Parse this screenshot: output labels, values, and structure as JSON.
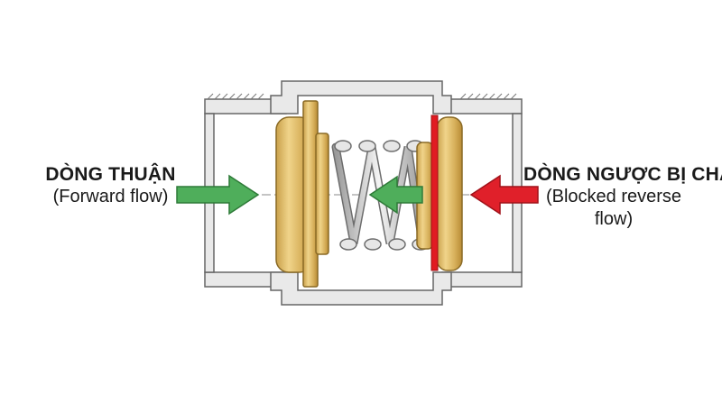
{
  "forward_label": {
    "title": "DÒNG THUẬN",
    "subtitle": "(Forward flow)"
  },
  "reverse_label": {
    "title": "DÒNG NGƯỢC BỊ CHẶN",
    "subtitle_line1": "(Blocked reverse",
    "subtitle_line2": "flow)"
  },
  "colors": {
    "body_gray": "#e9e9e9",
    "outline": "#666666",
    "brass": "#d9b25c",
    "brass_dark": "#b88b35",
    "seal_red": "#e11b22",
    "forward_arrow": "#4fae5b",
    "reverse_arrow": "#e0202a",
    "spring": "#c8c8c8"
  },
  "icons": [
    "forward-flow-arrow-icon",
    "internal-flow-arrow-icon",
    "reverse-flow-arrow-icon"
  ]
}
